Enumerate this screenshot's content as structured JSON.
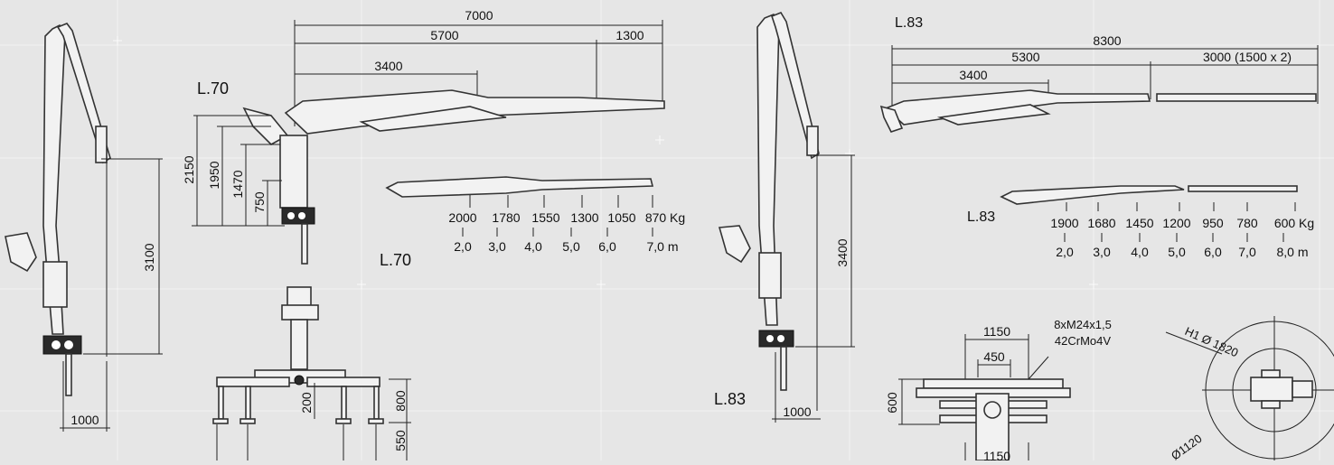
{
  "models": {
    "l70": {
      "label_top": "L.70",
      "label_bottom": "L.70",
      "reach": {
        "total": "7000",
        "main": "5700",
        "ext": "1300",
        "inner": "3400"
      },
      "heights": {
        "h1": "2150",
        "h2": "1950",
        "h3": "1470",
        "h4": "750",
        "mast": "3100",
        "base": "1000"
      },
      "base_view": {
        "d1": "200",
        "d2": "800",
        "d3": "550"
      },
      "loads": [
        "2000",
        "1780",
        "1550",
        "1300",
        "1050",
        "870 Kg"
      ],
      "distances": [
        "2,0",
        "3,0",
        "4,0",
        "5,0",
        "6,0",
        "7,0 m"
      ]
    },
    "l83": {
      "label_top": "L.83",
      "label_mid": "L.83",
      "label_bottom": "L.83",
      "reach": {
        "total": "8300",
        "main": "5300",
        "ext": "3000 (1500 x 2)",
        "inner": "3400"
      },
      "heights": {
        "mast": "3400",
        "base": "1000"
      },
      "loads": [
        "1900",
        "1680",
        "1450",
        "1200",
        "950",
        "780",
        "600 Kg"
      ],
      "distances": [
        "2,0",
        "3,0",
        "4,0",
        "5,0",
        "6,0",
        "7,0",
        "8,0 m"
      ],
      "mount": {
        "w1": "1150",
        "w2": "450",
        "h": "600",
        "w3": "1150",
        "bolts": "8xM24x1,5",
        "material": "42CrMo4V"
      },
      "slewing": {
        "outer": "H1 Ø  1820",
        "inner": "Ø1120"
      }
    }
  }
}
